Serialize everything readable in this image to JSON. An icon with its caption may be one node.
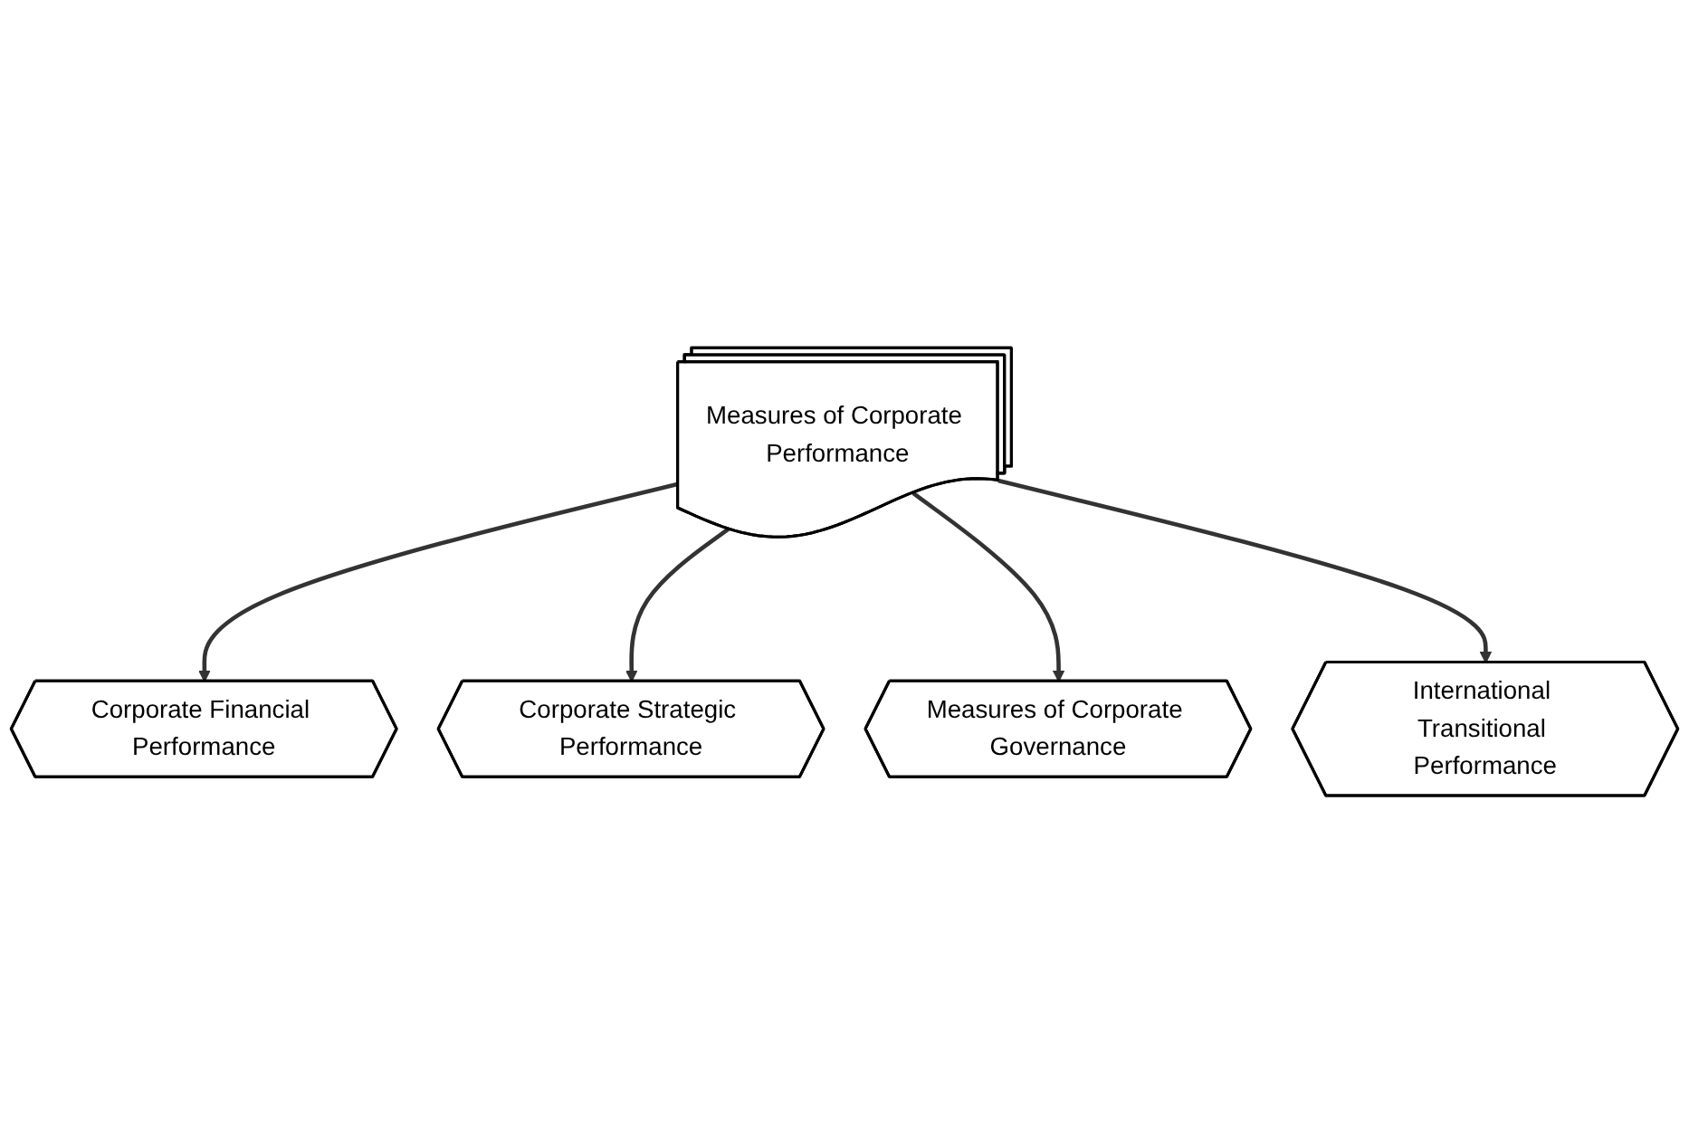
{
  "diagram": {
    "nodes": [
      {
        "text": [
          "Measures of Corporate Performance"
        ]
      },
      {
        "text": [
          "Corporate Financial Performance"
        ]
      },
      {
        "text": [
          "Corporate Strategic Performance"
        ]
      },
      {
        "text": [
          "Measures of Corporate Governance"
        ]
      },
      {
        "text": [
          "International Transitional Performance"
        ]
      }
    ],
    "edges": [
      {
        "from": 0,
        "to": 1,
        "arrow": "to"
      },
      {
        "from": 0,
        "to": 2,
        "arrow": "to"
      },
      {
        "from": 0,
        "to": 3,
        "arrow": "to"
      },
      {
        "from": 0,
        "to": 4,
        "arrow": "to"
      }
    ]
  }
}
